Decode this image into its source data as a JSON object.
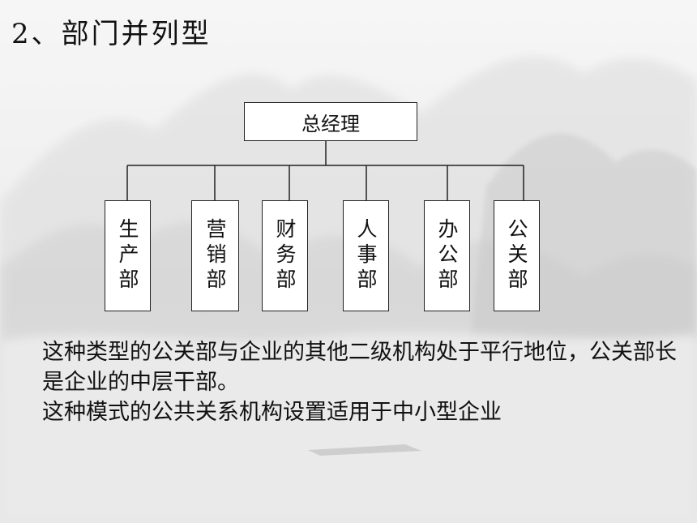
{
  "slide": {
    "title": "2、部门并列型"
  },
  "org_chart": {
    "root": "总经理",
    "departments": [
      "生产部",
      "营销部",
      "财务部",
      "人事部",
      "办公部",
      "公关部"
    ]
  },
  "description": {
    "paragraph_1": "这种类型的公关部与企业的其他二级机构处于平行地位，公关部长是企业的中层干部。",
    "paragraph_2": "这种模式的公共关系机构设置适用于中小型企业"
  },
  "colors": {
    "line": "#222222",
    "box_fill": "#ffffff",
    "text": "#111111"
  }
}
